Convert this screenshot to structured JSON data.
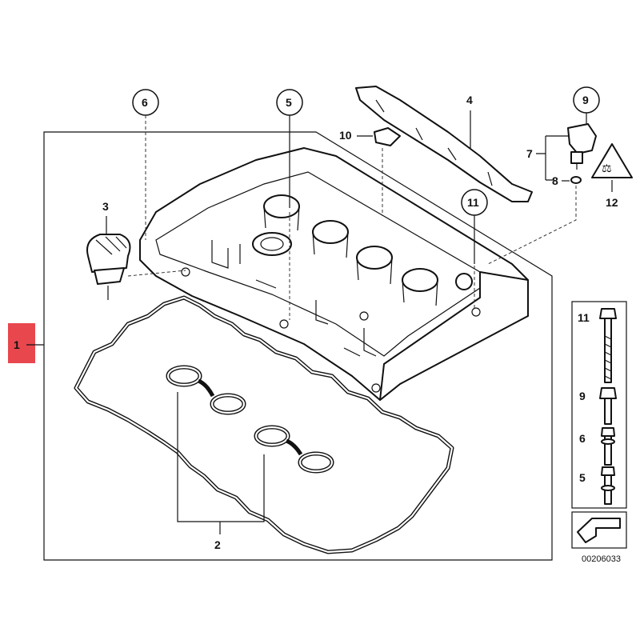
{
  "callouts": {
    "c1": "1",
    "c2": "2",
    "c3": "3",
    "c4": "4",
    "c5": "5",
    "c6": "6",
    "c7": "7",
    "c8": "8",
    "c9": "9",
    "c10": "10",
    "c11": "11",
    "c12": "12"
  },
  "bolt_legend": {
    "items": [
      {
        "label": "11"
      },
      {
        "label": "9"
      },
      {
        "label": "6"
      },
      {
        "label": "5"
      }
    ]
  },
  "warning_symbol_text": "⚖",
  "reference_number": "00206033",
  "colors": {
    "highlight": "#e8474e",
    "line": "#111111",
    "background": "#ffffff"
  }
}
